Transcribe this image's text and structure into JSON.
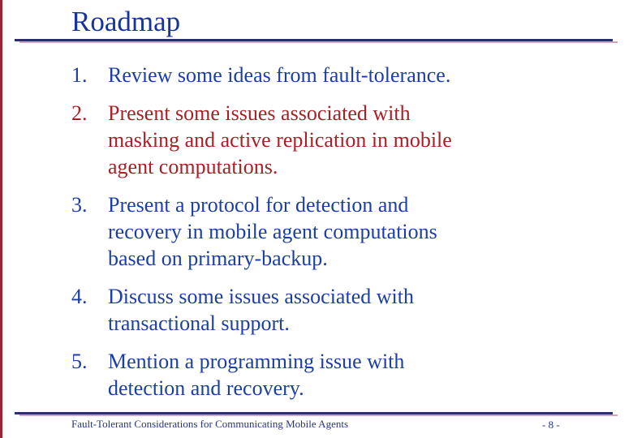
{
  "slide": {
    "title": "Roadmap",
    "items": [
      {
        "number": "1.",
        "color": "blue",
        "text": "Review some ideas from fault-tolerance."
      },
      {
        "number": "2.",
        "color": "red",
        "text": "Present some issues associated with\nmasking and active replication in mobile\nagent computations."
      },
      {
        "number": "3.",
        "color": "blue",
        "text": "Present a protocol for detection and\nrecovery in mobile agent computations\nbased on primary-backup."
      },
      {
        "number": "4.",
        "color": "blue",
        "text": "Discuss some issues associated with\ntransactional support."
      },
      {
        "number": "5.",
        "color": "blue",
        "text": "Mention a programming issue with\ndetection and recovery."
      }
    ],
    "footer": {
      "left": "Fault-Tolerant Considerations for Communicating Mobile Agents",
      "right": "- 8 -"
    },
    "colors": {
      "title": "#17339c",
      "body_blue": "#1c3ea5",
      "body_red": "#a81f24",
      "rule": "#2a2e6b",
      "rule_shadow": "#d0a5bf",
      "footer_text": "#26357e",
      "edge_accent": "#9d2235"
    }
  }
}
